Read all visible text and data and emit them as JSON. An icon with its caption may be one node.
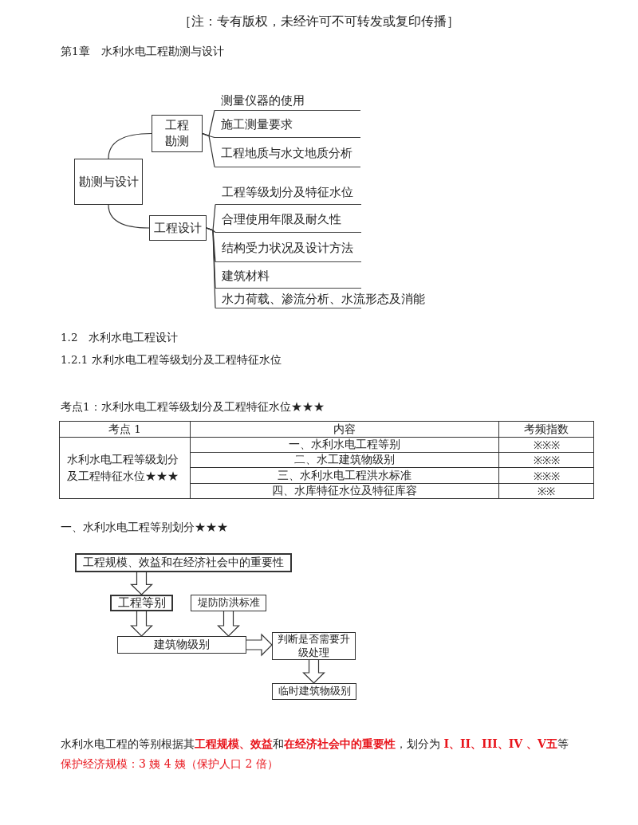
{
  "diagram": {
    "title": "第1章　水利水电工程勘测与设计",
    "nodes": [
      {
        "text": [
          "勘测与设计"
        ]
      },
      {
        "text": [
          "工程勘测"
        ]
      },
      {
        "text": [
          "工程设计"
        ]
      },
      {
        "text": [
          "测量仪器的使用"
        ]
      },
      {
        "text": [
          "施工测量要求"
        ]
      },
      {
        "text": [
          "工程地质与水文地质分析"
        ]
      },
      {
        "text": [
          "工程等级划分及特征水位"
        ]
      },
      {
        "text": [
          "合理使用年限及耐久性"
        ]
      },
      {
        "text": [
          "结构受力状况及设计方法"
        ]
      },
      {
        "text": [
          "建筑材料"
        ]
      },
      {
        "text": [
          "水力荷载、渗流分析、水流形态及消能"
        ]
      },
      {
        "text": [
          "工程规模、效益和在经济社会中的重要性"
        ]
      },
      {
        "text": [
          "工程等别"
        ]
      },
      {
        "text": [
          "堤防防洪标准"
        ]
      },
      {
        "text": [
          "建筑物级别"
        ]
      },
      {
        "text": [
          "判断是否需要升级处理"
        ]
      },
      {
        "text": [
          "临时建筑物级别"
        ]
      }
    ],
    "edges": [
      {
        "from": 0,
        "to": 1,
        "arrow": "none"
      },
      {
        "from": 0,
        "to": 2,
        "arrow": "none"
      },
      {
        "from": 1,
        "to": 3,
        "arrow": "none"
      },
      {
        "from": 1,
        "to": 4,
        "arrow": "none"
      },
      {
        "from": 1,
        "to": 5,
        "arrow": "none"
      },
      {
        "from": 2,
        "to": 6,
        "arrow": "none"
      },
      {
        "from": 2,
        "to": 7,
        "arrow": "none"
      },
      {
        "from": 2,
        "to": 8,
        "arrow": "none"
      },
      {
        "from": 2,
        "to": 9,
        "arrow": "none"
      },
      {
        "from": 2,
        "to": 10,
        "arrow": "none"
      },
      {
        "from": 11,
        "to": 12,
        "arrow": "to"
      },
      {
        "from": 12,
        "to": 14,
        "arrow": "to"
      },
      {
        "from": 13,
        "to": 14,
        "arrow": "to"
      },
      {
        "from": 14,
        "to": 15,
        "arrow": "to"
      },
      {
        "from": 15,
        "to": 16,
        "arrow": "to"
      }
    ],
    "labels": [
      "［注：专有版权，未经许可不可转发或复印传播］",
      "1.2　水利水电工程设计",
      "1.2.1 水利水电工程等级划分及工程特征水位",
      "考点1：水利水电工程等级划分及工程特征水位★★★",
      "考点 1",
      "内容",
      "考频指数",
      "水利水电工程等级划分及工程特征水位★★★",
      "一、水利水电工程等别",
      "※※※",
      "二、水工建筑物级别",
      "※※※",
      "三、水利水电工程洪水标准",
      "※※※",
      "四、水库特征水位及特征库容",
      "※※",
      "一、水利水电工程等别划分★★★",
      "水利水电工程的等别根据其**工程规模、效益**和**在经济社会中的重要性**，划分为 **I、II、III、IV 、V五**等",
      "保护经济规模：3 姨 4 姨（保护人口 2 倍）"
    ]
  }
}
